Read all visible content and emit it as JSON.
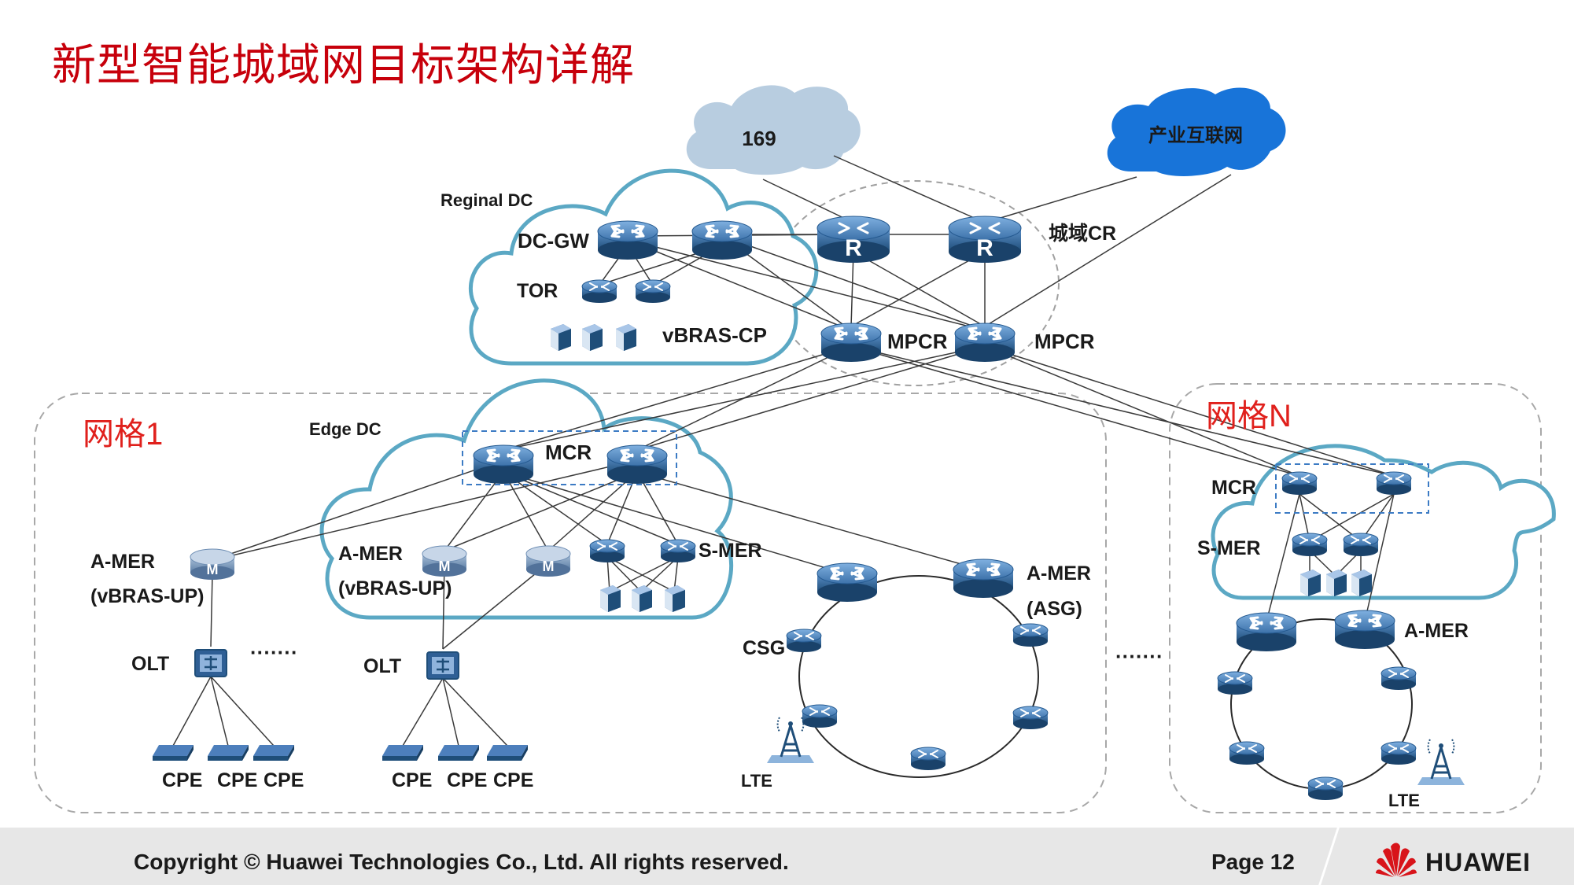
{
  "slide": {
    "title": "新型智能城域网目标架构详解",
    "footer": {
      "copyright": "Copyright © Huawei Technologies Co., Ltd. All rights reserved.",
      "page": "Page 12",
      "brand": "HUAWEI"
    }
  },
  "colors": {
    "title": "#c7000b",
    "cloud_outline": "#5ba8c4",
    "internet_cloud": "#b8cde0",
    "industry_cloud": "#1874d9",
    "device": "#1f4e79",
    "grid_label": "#e0201c"
  },
  "clouds": {
    "internet": "169",
    "industry": "产业互联网"
  },
  "labels": {
    "regional_dc": "Reginal DC",
    "dc_gw": "DC-GW",
    "tor": "TOR",
    "vbras_cp": "vBRAS-CP",
    "city_cr": "城域CR",
    "mpcr_left": "MPCR",
    "mpcr_right": "MPCR",
    "grid1": "网格1",
    "gridN": "网格N",
    "edge_dc": "Edge DC",
    "mcr": "MCR",
    "a_mer_left": "A-MER",
    "vbras_up_left": "(vBRAS-UP)",
    "a_mer_mid": "A-MER",
    "vbras_up_mid": "(vBRAS-UP)",
    "s_mer": "S-MER",
    "olt_left": "OLT",
    "olt_mid": "OLT",
    "dots_olt": "·······",
    "cpe": "CPE",
    "csg": "CSG",
    "a_mer_asg": "A-MER",
    "asg": "(ASG)",
    "lte_left": "LTE",
    "dots_mid": "·······",
    "mcr_n": "MCR",
    "s_mer_n": "S-MER",
    "a_mer_n": "A-MER",
    "lte_right": "LTE"
  },
  "icons": {
    "router": "router-icon",
    "core_router": "core-router-icon",
    "mer": "mer-router-icon",
    "olt": "olt-icon",
    "server": "server-icon",
    "cpe": "cpe-icon",
    "tower": "cell-tower-icon",
    "logo": "huawei-logo-icon"
  }
}
